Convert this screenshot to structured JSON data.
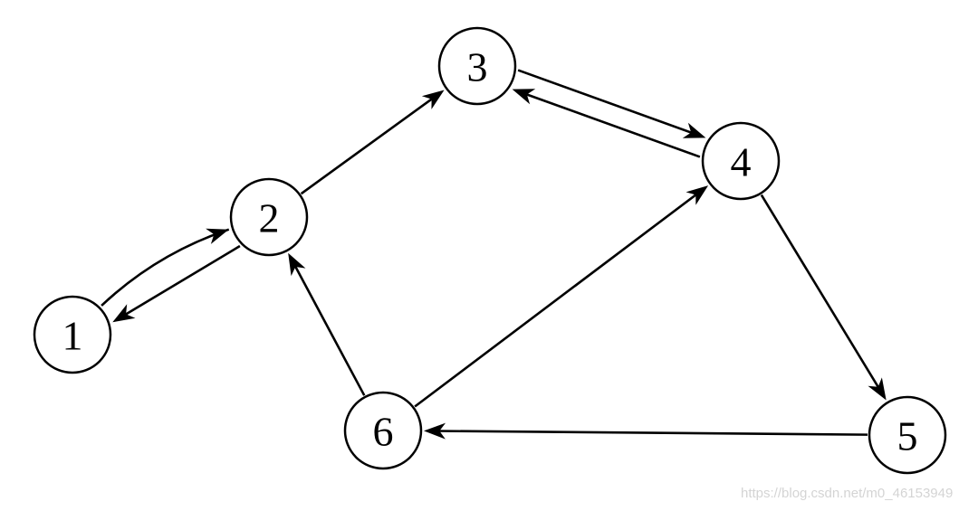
{
  "nodes": [
    {
      "id": "1",
      "label": "1"
    },
    {
      "id": "2",
      "label": "2"
    },
    {
      "id": "3",
      "label": "3"
    },
    {
      "id": "4",
      "label": "4"
    },
    {
      "id": "5",
      "label": "5"
    },
    {
      "id": "6",
      "label": "6"
    }
  ],
  "edges": [
    {
      "from": "1",
      "to": "2"
    },
    {
      "from": "2",
      "to": "1"
    },
    {
      "from": "2",
      "to": "3"
    },
    {
      "from": "3",
      "to": "4"
    },
    {
      "from": "4",
      "to": "3"
    },
    {
      "from": "4",
      "to": "5"
    },
    {
      "from": "5",
      "to": "6"
    },
    {
      "from": "6",
      "to": "2"
    },
    {
      "from": "6",
      "to": "4"
    }
  ],
  "colors": {
    "stroke": "#000000",
    "node_fill": "#ffffff",
    "watermark": "#d4d4d4"
  },
  "watermark": "https://blog.csdn.net/m0_46153949"
}
